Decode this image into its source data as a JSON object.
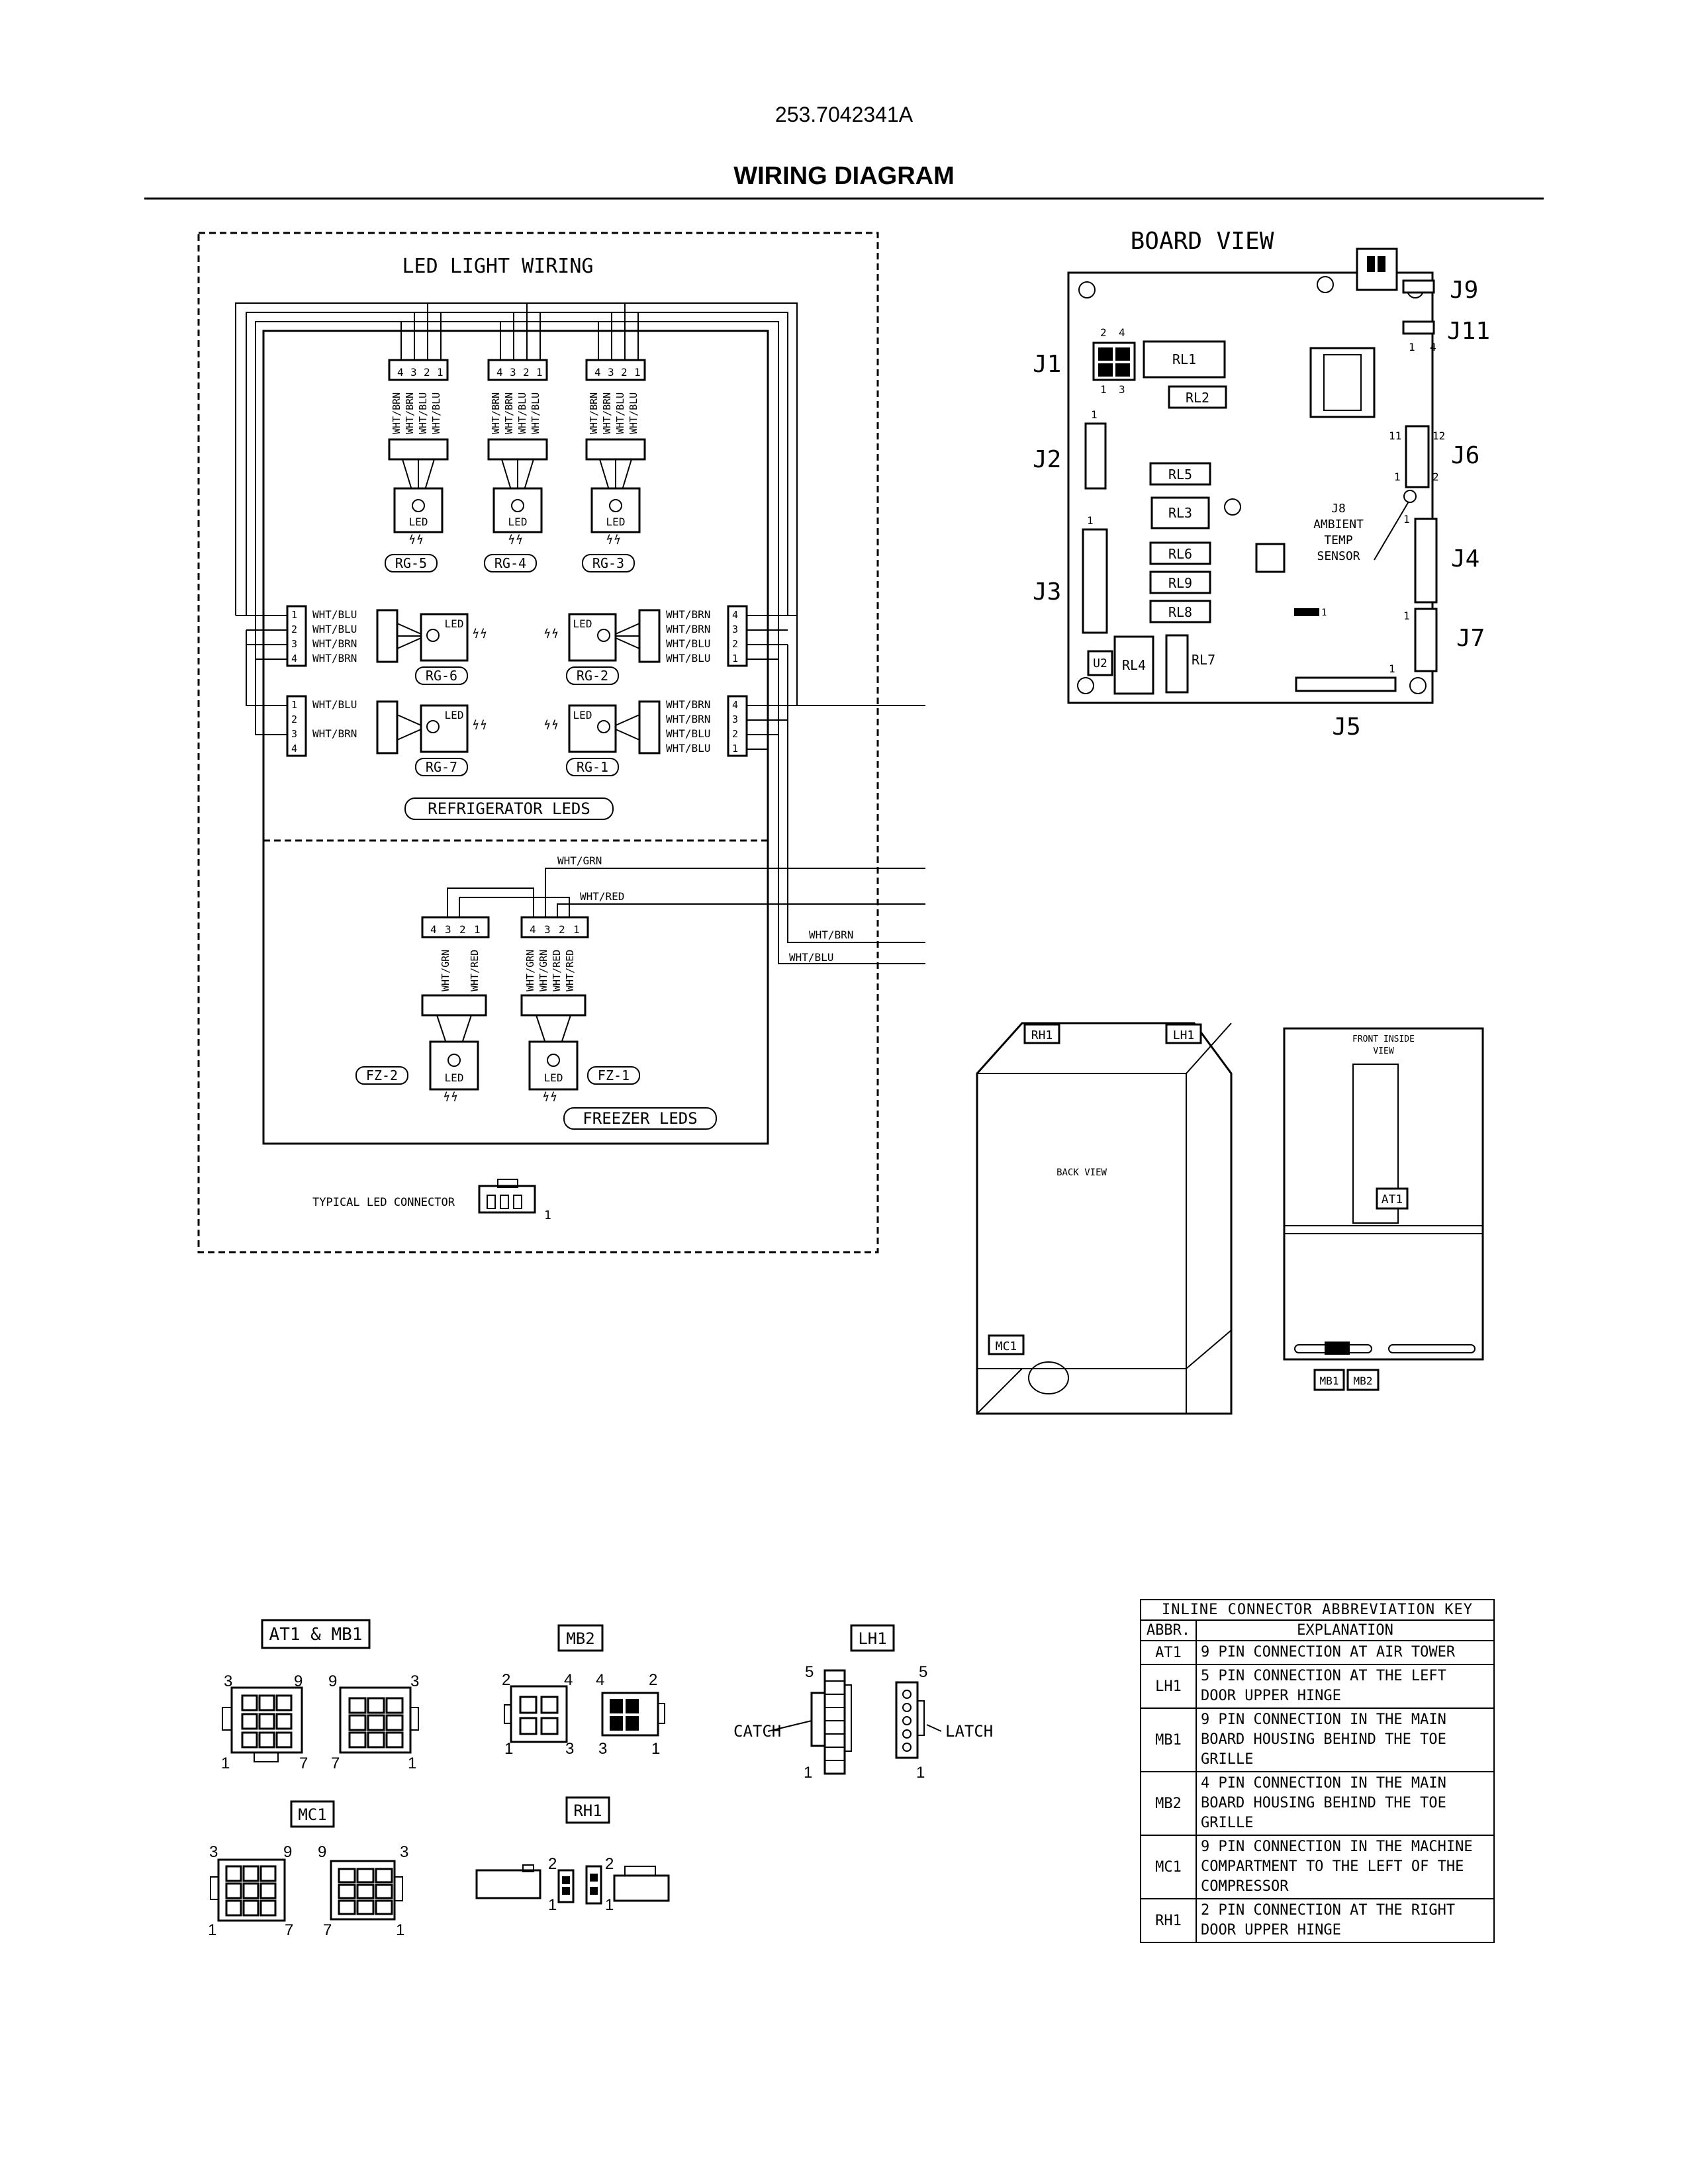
{
  "header": {
    "part_number": "253.7042341A",
    "title": "WIRING DIAGRAM"
  },
  "led_wiring": {
    "title": "LED LIGHT WIRING",
    "pin_4": "4",
    "pin_3": "3",
    "pin_2": "2",
    "pin_1": "1",
    "wht_brn": "WHT/BRN",
    "wht_blu": "WHT/BLU",
    "wht_grn": "WHT/GRN",
    "wht_red": "WHT/RED",
    "led": "LED",
    "rg5": "RG-5",
    "rg4": "RG-4",
    "rg3": "RG-3",
    "rg6": "RG-6",
    "rg2": "RG-2",
    "rg7": "RG-7",
    "rg1": "RG-1",
    "fz2": "FZ-2",
    "fz1": "FZ-1",
    "refrigerator_leds": "REFRIGERATOR LEDS",
    "freezer_leds": "FREEZER LEDS",
    "typical_led_connector": "TYPICAL LED CONNECTOR",
    "connector_pin_1": "1"
  },
  "board_view": {
    "title": "BOARD VIEW",
    "j9": "J9",
    "j11": "J11",
    "j1": "J1",
    "j2": "J2",
    "j3": "J3",
    "j4": "J4",
    "j5": "J5",
    "j6": "J6",
    "j7": "J7",
    "j8_lines": [
      "J8",
      "AMBIENT",
      "TEMP",
      "SENSOR"
    ],
    "relays": {
      "rl1": "RL1",
      "rl2": "RL2",
      "rl3": "RL3",
      "rl4": "RL4",
      "rl5": "RL5",
      "rl6": "RL6",
      "rl7": "RL7",
      "rl8": "RL8",
      "rl9": "RL9"
    },
    "u2": "U2",
    "n1": "1",
    "n2": "2",
    "n3": "3",
    "n4": "4",
    "n11": "11",
    "n12": "12"
  },
  "cabinet_views": {
    "rh1": "RH1",
    "lh1": "LH1",
    "mc1": "MC1",
    "at1": "AT1",
    "mb1": "MB1",
    "mb2": "MB2",
    "back_view": "BACK VIEW",
    "front_inside_view_lines": [
      "FRONT INSIDE",
      "VIEW"
    ]
  },
  "connectors": {
    "at1_mb1": "AT1 & MB1",
    "mb2": "MB2",
    "lh1": "LH1",
    "mc1": "MC1",
    "rh1": "RH1",
    "catch": "CATCH",
    "latch": "LATCH",
    "n1": "1",
    "n2": "2",
    "n3": "3",
    "n4": "4",
    "n5": "5",
    "n7": "7",
    "n9": "9"
  },
  "key_table": {
    "title": "INLINE CONNECTOR ABBREVIATION KEY",
    "col_abbr": "ABBR.",
    "col_explanation": "EXPLANATION",
    "rows": [
      {
        "abbr": "AT1",
        "explanation": "9 PIN CONNECTION AT AIR TOWER"
      },
      {
        "abbr": "LH1",
        "explanation": "5 PIN CONNECTION AT THE LEFT DOOR UPPER HINGE"
      },
      {
        "abbr": "MB1",
        "explanation": "9 PIN CONNECTION IN THE MAIN BOARD HOUSING BEHIND THE TOE GRILLE"
      },
      {
        "abbr": "MB2",
        "explanation": "4 PIN CONNECTION IN THE MAIN BOARD HOUSING BEHIND THE TOE GRILLE"
      },
      {
        "abbr": "MC1",
        "explanation": "9 PIN CONNECTION IN THE MACHINE COMPARTMENT TO THE LEFT OF THE COMPRESSOR"
      },
      {
        "abbr": "RH1",
        "explanation": "2 PIN CONNECTION AT THE RIGHT DOOR UPPER HINGE"
      }
    ]
  }
}
